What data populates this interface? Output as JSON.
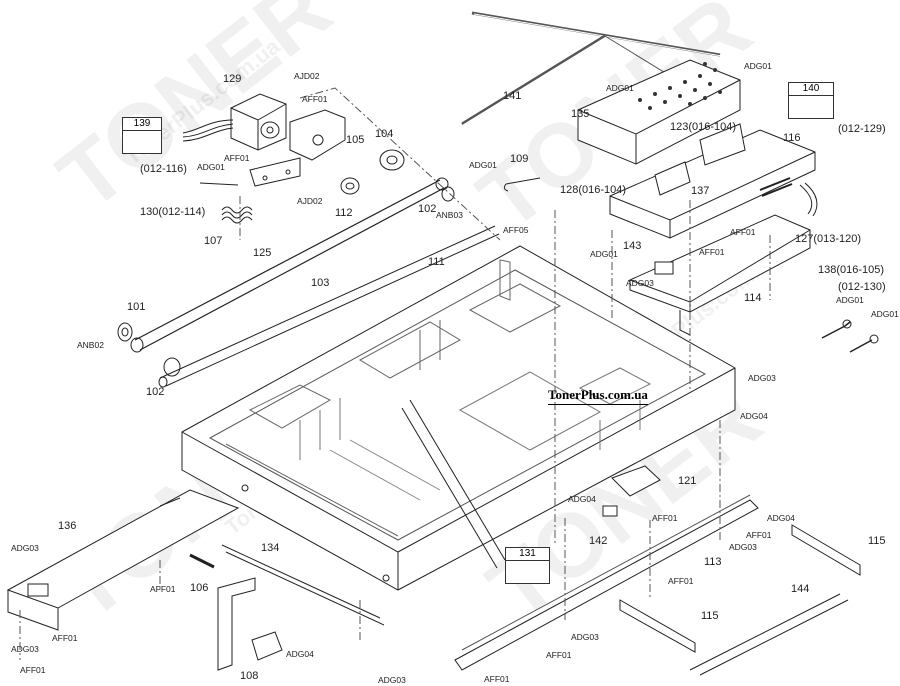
{
  "watermark": {
    "brand": "TONER",
    "site": "TonerPlus.com.ua"
  },
  "site_label": "TonerPlus.com.ua",
  "callout_boxes": {
    "b139": "139",
    "b140": "140",
    "b131": "131"
  },
  "labels": {
    "l129": "129",
    "l139": "139",
    "l012_116": "(012-116)",
    "l130": "130(012-114)",
    "l107": "107",
    "l125": "125",
    "l103": "103",
    "l101": "101",
    "l102a": "102",
    "l102b": "102",
    "l104": "104",
    "l105": "105",
    "l112": "112",
    "l109": "109",
    "l111": "111",
    "l141": "141",
    "l135": "135",
    "l123": "123(016-104)",
    "l116": "116",
    "l012_129": "(012-129)",
    "l137": "137",
    "l128": "128(016-104)",
    "l143": "143",
    "l127": "127(013-120)",
    "l114": "114",
    "l138": "138(016-105)",
    "l012_130": "(012-130)",
    "l121": "121",
    "l142": "142",
    "l113": "113",
    "l115a": "115",
    "l115b": "115",
    "l144": "144",
    "l136": "136",
    "l106": "106",
    "l134": "134",
    "l108": "108"
  },
  "refs": {
    "ajd02a": "AJD02",
    "aff01a": "AFF01",
    "aff01b": "AFF01",
    "adg01a": "ADG01",
    "ajd02b": "AJD02",
    "anb03": "ANB03",
    "adg01b": "ADG01",
    "aff05": "AFF05",
    "anb02": "ANB02",
    "adg01c": "ADG01",
    "adg01d": "ADG01",
    "adg01e": "ADG01",
    "aff01c": "AFF01",
    "aff01d": "AFF01",
    "adg03a": "ADG03",
    "adg03b": "ADG03",
    "adg04a": "ADG04",
    "adg01f": "ADG01",
    "adg01g": "ADG01",
    "adg04b": "ADG04",
    "aff01e": "AFF01",
    "adg04c": "ADG04",
    "aff01f": "AFF01",
    "adg03c": "ADG03",
    "aff01g": "AFF01",
    "adg03d": "ADG03",
    "aff01h": "AFF01",
    "adg03e": "ADG03",
    "aff01i": "AFF01",
    "aff01j": "AFF01",
    "adg03f": "ADG03",
    "adg04d": "ADG04",
    "aff01k": "AFF01",
    "adg03g": "ADG03",
    "aff01l": "AFF01"
  }
}
